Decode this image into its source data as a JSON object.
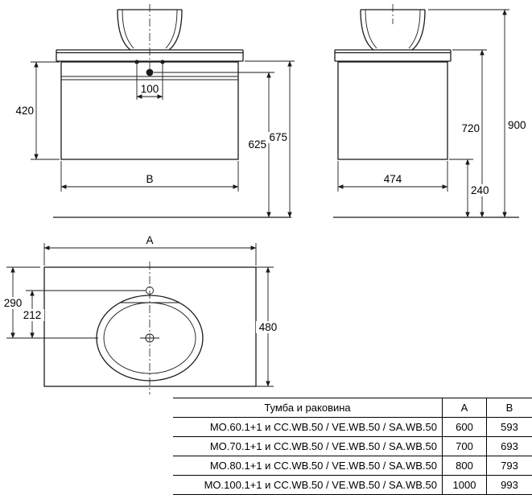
{
  "drawing": {
    "front": {
      "dim_420": "420",
      "dim_100": "100",
      "dim_625": "625",
      "dim_675": "675",
      "dim_B": "B"
    },
    "side": {
      "dim_900": "900",
      "dim_720": "720",
      "dim_240": "240",
      "dim_474": "474"
    },
    "top": {
      "dim_A": "A",
      "dim_290": "290",
      "dim_212": "212",
      "dim_480": "480"
    }
  },
  "table": {
    "header": {
      "name": "Тумба и раковина",
      "col_a": "A",
      "col_b": "B"
    },
    "rows": [
      {
        "name": "MO.60.1+1 и CC.WB.50 / VE.WB.50 / SA.WB.50",
        "a": "600",
        "b": "593"
      },
      {
        "name": "MO.70.1+1 и CC.WB.50 / VE.WB.50 / SA.WB.50",
        "a": "700",
        "b": "693"
      },
      {
        "name": "MO.80.1+1 и CC.WB.50 / VE.WB.50 / SA.WB.50",
        "a": "800",
        "b": "793"
      },
      {
        "name": "MO.100.1+1 и CC.WB.50 / VE.WB.50 / SA.WB.50",
        "a": "1000",
        "b": "993"
      }
    ]
  }
}
